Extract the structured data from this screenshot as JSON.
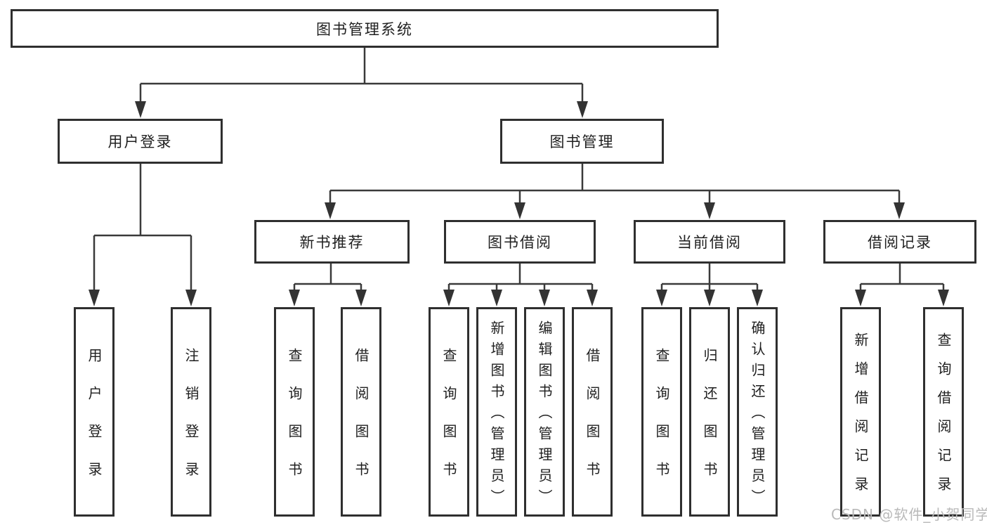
{
  "diagram": {
    "root": {
      "label": "图书管理系统"
    },
    "level2": {
      "user_login": {
        "label": "用户登录",
        "children": [
          {
            "label": "用户登录"
          },
          {
            "label": "注销登录"
          }
        ]
      },
      "book_management": {
        "label": "图书管理",
        "children": {
          "new_book_recommend": {
            "label": "新书推荐",
            "children": [
              {
                "label": "查询图书"
              },
              {
                "label": "借阅图书"
              }
            ]
          },
          "book_borrowing": {
            "label": "图书借阅",
            "children": [
              {
                "label": "查询图书"
              },
              {
                "label": "新增图书（管理员）"
              },
              {
                "label": "编辑图书（管理员）"
              },
              {
                "label": "借阅图书"
              }
            ]
          },
          "current_borrowing": {
            "label": "当前借阅",
            "children": [
              {
                "label": "查询图书"
              },
              {
                "label": "归还图书"
              },
              {
                "label": "确认归还（管理员）"
              }
            ]
          },
          "borrowing_records": {
            "label": "借阅记录",
            "children": [
              {
                "label": "新增借阅记录"
              },
              {
                "label": "查询借阅记录"
              }
            ]
          }
        }
      }
    },
    "colors": {
      "line": "#3a3a3a",
      "arrow": "#333333",
      "box_border": "#2f2f2f",
      "text": "#1f1f1f",
      "background": "#ffffff",
      "watermark": "#b9b9b9"
    }
  },
  "watermark": {
    "text": "CSDN @软件_小贺同学"
  }
}
